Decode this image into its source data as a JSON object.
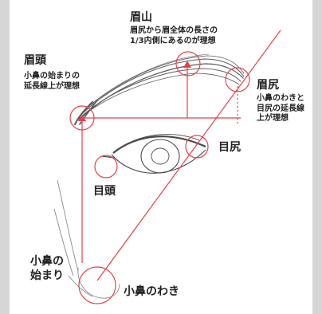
{
  "colors": {
    "guide": "#e8404a",
    "sketch": "#6e6e6e",
    "text": "#222222",
    "frame": "#d6d6d6"
  },
  "labels": {
    "mayuyama": {
      "title": "眉山",
      "desc": "眉尻から眉全体の長さの\n1/3内側にあるのが理想"
    },
    "mayugashira": {
      "title": "眉頭",
      "desc": "小鼻の始まりの\n延長線上が理想"
    },
    "mayujiri": {
      "title": "眉尻",
      "desc": "小鼻のわきと\n目尻の延長線\n上が理想"
    },
    "mejiri": {
      "title": "目尻"
    },
    "megashira": {
      "title": "目頭"
    },
    "kobana_start": {
      "title": "小鼻の\n始まり"
    },
    "kobana_waki": {
      "title": "小鼻のわき"
    }
  }
}
